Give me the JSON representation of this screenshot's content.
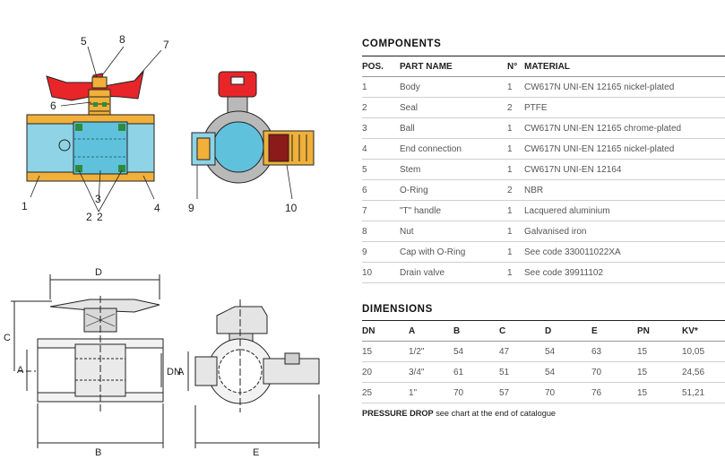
{
  "components": {
    "title": "COMPONENTS",
    "headers": [
      "POS.",
      "PART NAME",
      "N°",
      "MATERIAL"
    ],
    "rows": [
      [
        "1",
        "Body",
        "1",
        "CW617N UNI-EN 12165 nickel-plated"
      ],
      [
        "2",
        "Seal",
        "2",
        "PTFE"
      ],
      [
        "3",
        "Ball",
        "1",
        "CW617N UNI-EN 12165 chrome-plated"
      ],
      [
        "4",
        "End connection",
        "1",
        "CW617N UNI-EN 12165 nickel-plated"
      ],
      [
        "5",
        "Stem",
        "1",
        "CW617N UNI-EN 12164"
      ],
      [
        "6",
        "O-Ring",
        "2",
        "NBR"
      ],
      [
        "7",
        "\"T\" handle",
        "1",
        "Lacquered aluminium"
      ],
      [
        "8",
        "Nut",
        "1",
        "Galvanised iron"
      ],
      [
        "9",
        "Cap with O-Ring",
        "1",
        "See code 330011022XA"
      ],
      [
        "10",
        "Drain valve",
        "1",
        "See code 39911102"
      ]
    ]
  },
  "dimensions": {
    "title": "DIMENSIONS",
    "headers": [
      "DN",
      "A",
      "B",
      "C",
      "D",
      "E",
      "PN",
      "KV*"
    ],
    "rows": [
      [
        "15",
        "1/2\"",
        "54",
        "47",
        "54",
        "63",
        "15",
        "10,05"
      ],
      [
        "20",
        "3/4\"",
        "61",
        "51",
        "54",
        "70",
        "15",
        "24,56"
      ],
      [
        "25",
        "1\"",
        "70",
        "57",
        "70",
        "76",
        "15",
        "51,21"
      ]
    ]
  },
  "note": {
    "strong": "PRESSURE DROP",
    "text": " see chart at the end of catalogue"
  },
  "callouts": {
    "n1": "1",
    "n2a": "2",
    "n2b": "2",
    "n3": "3",
    "n4": "4",
    "n5": "5",
    "n6": "6",
    "n7": "7",
    "n8": "8",
    "n9": "9",
    "n10": "10"
  },
  "dim_labels": {
    "d": "D",
    "c": "C",
    "a_left": "A",
    "dn": "DN",
    "a_right": "A",
    "b": "B",
    "e": "E"
  },
  "colors": {
    "handle": "#e8262a",
    "body": "#f0b03a",
    "bore": "#8fd3e6",
    "ball": "#5fc1dc",
    "seal": "#2e8b3e",
    "line": "#222222",
    "grey": "#b9b9b9"
  }
}
